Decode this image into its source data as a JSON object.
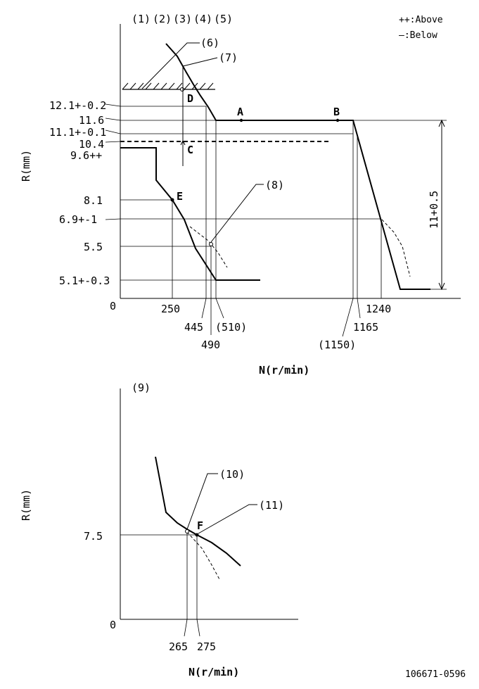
{
  "legend": {
    "above": "++:Above",
    "below": "—:Below"
  },
  "top_chart": {
    "curve_numbers": [
      "(1)",
      "(2)",
      "(3)",
      "(4)",
      "(5)"
    ],
    "callouts": [
      "(6)",
      "(7)",
      "(8)"
    ],
    "y_axis_label": "R(mm)",
    "x_axis_label": "N(r/min)",
    "origin": "0",
    "y_ticks": [
      "12.1+-0.2",
      "11.6",
      "11.1+-0.1",
      "10.4",
      "9.6++",
      "8.1",
      "6.9+-1",
      "5.5",
      "5.1+-0.3"
    ],
    "x_ticks": [
      "250",
      "445",
      "(510)",
      "490",
      "1165",
      "(1150)",
      "1240"
    ],
    "points": [
      "A",
      "B",
      "C",
      "D",
      "E"
    ],
    "range_label": "11+0.5"
  },
  "bottom_chart": {
    "chart_number": "(9)",
    "callouts": [
      "(10)",
      "(11)"
    ],
    "y_axis_label": "R(mm)",
    "x_axis_label": "N(r/min)",
    "origin": "0",
    "y_ticks": [
      "7.5"
    ],
    "x_ticks": [
      "265",
      "275"
    ],
    "points": [
      "F"
    ]
  },
  "drawing_number": "106671-0596"
}
